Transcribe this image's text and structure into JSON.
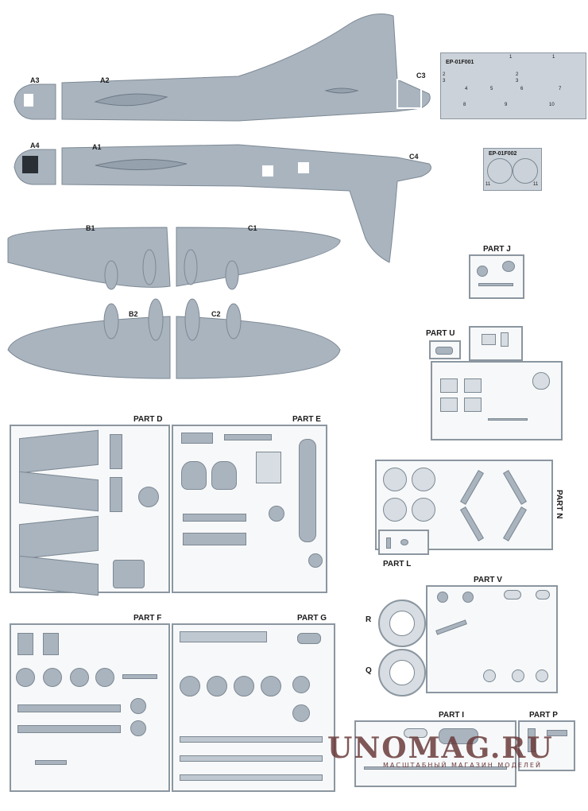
{
  "fuselage": {
    "upper_labels": [
      "A3",
      "A2",
      "C3"
    ],
    "lower_labels": [
      "A4",
      "A1",
      "C4"
    ]
  },
  "wings": {
    "upper_labels": [
      "B1",
      "C1"
    ],
    "lower_labels": [
      "B2",
      "C2"
    ]
  },
  "photo_etch": {
    "fret1_code": "EP-01F001",
    "fret1_numbers": [
      "1",
      "1",
      "2",
      "3",
      "2",
      "3",
      "4",
      "5",
      "6",
      "7",
      "8",
      "9",
      "10"
    ],
    "fret2_code": "EP-01F002",
    "fret2_numbers": [
      "11",
      "11"
    ]
  },
  "parts": {
    "J": "PART J",
    "U": "PART U",
    "D": "PART D",
    "E": "PART E",
    "N": "PART N",
    "L": "PART L",
    "V": "PART V",
    "R": "R",
    "Q": "Q",
    "F": "PART F",
    "G": "PART G",
    "I": "PART I",
    "P": "PART P"
  },
  "watermark": {
    "main": "UNOMAG.RU",
    "sub": "МАСШТАБНЫЙ МАГАЗИН МОДЕЛЕЙ"
  },
  "colors": {
    "plastic": "#a9b4bf",
    "sprue": "#8b96a0",
    "watermark": "#6b3b3b"
  }
}
